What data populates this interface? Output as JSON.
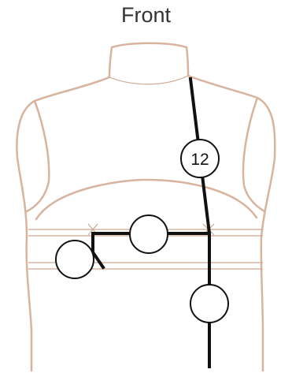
{
  "diagram": {
    "title": "Front",
    "markers": [
      {
        "id": "marker-12",
        "label": "12"
      },
      {
        "id": "marker-left",
        "label": ""
      },
      {
        "id": "marker-center",
        "label": ""
      },
      {
        "id": "marker-lower",
        "label": ""
      }
    ],
    "colors": {
      "body_outline": "#d8b49e",
      "guide_lines": "#c9a892",
      "measure_lines": "#111111",
      "marker_fill": "#ffffff",
      "text": "#333333"
    }
  }
}
